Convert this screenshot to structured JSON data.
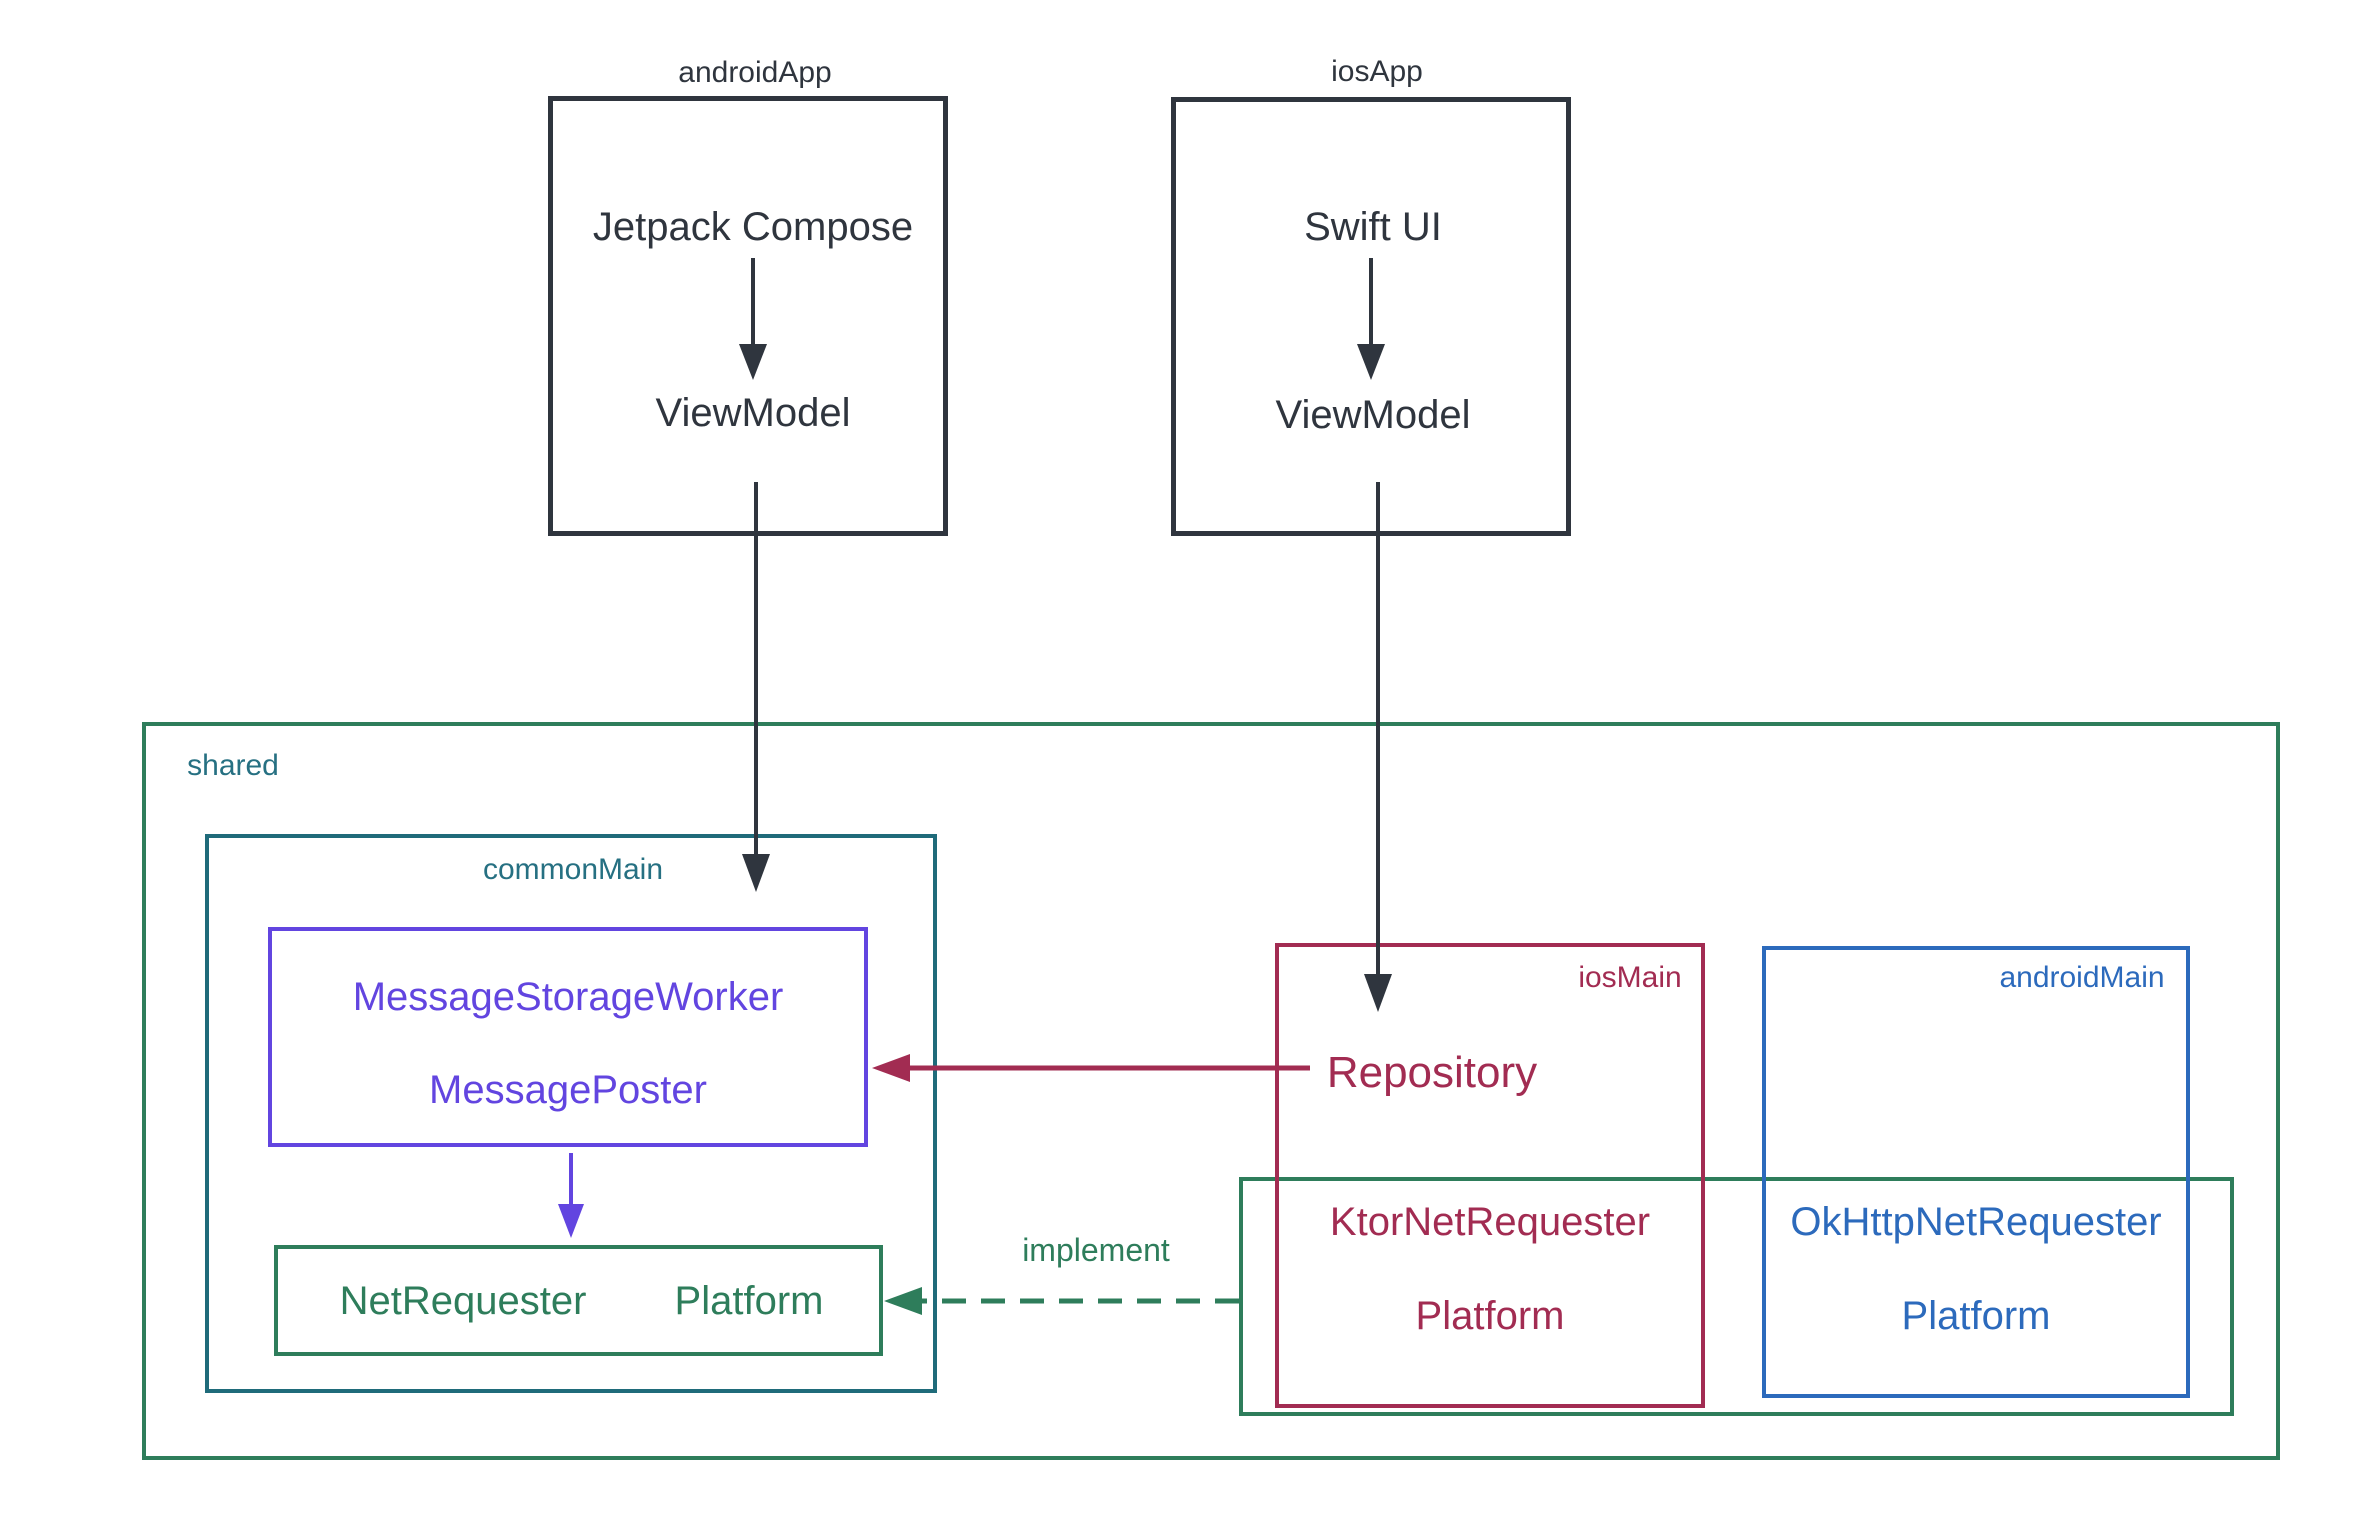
{
  "diagram": {
    "android_app": {
      "label": "androidApp",
      "ui_node": "Jetpack Compose",
      "viewmodel_node": "ViewModel"
    },
    "ios_app": {
      "label": "iosApp",
      "ui_node": "Swift UI",
      "viewmodel_node": "ViewModel"
    },
    "shared": {
      "label": "shared",
      "common_main": {
        "label": "commonMain",
        "storage_box": {
          "line1": "MessageStorageWorker",
          "line2": "MessagePoster"
        },
        "net_box": {
          "left": "NetRequester",
          "right": "Platform"
        }
      },
      "ios_main": {
        "label": "iosMain",
        "repository": "Repository",
        "requester": "KtorNetRequester",
        "platform": "Platform"
      },
      "android_main": {
        "label": "androidMain",
        "requester": "OkHttpNetRequester",
        "platform": "Platform"
      }
    },
    "edges": {
      "implement_label": "implement"
    },
    "colors": {
      "dark": "#2f353e",
      "green": "#2e7d5b",
      "teal": "#267082",
      "purple": "#6245e0",
      "crimson": "#a22c52",
      "blue": "#2c6abc"
    }
  }
}
